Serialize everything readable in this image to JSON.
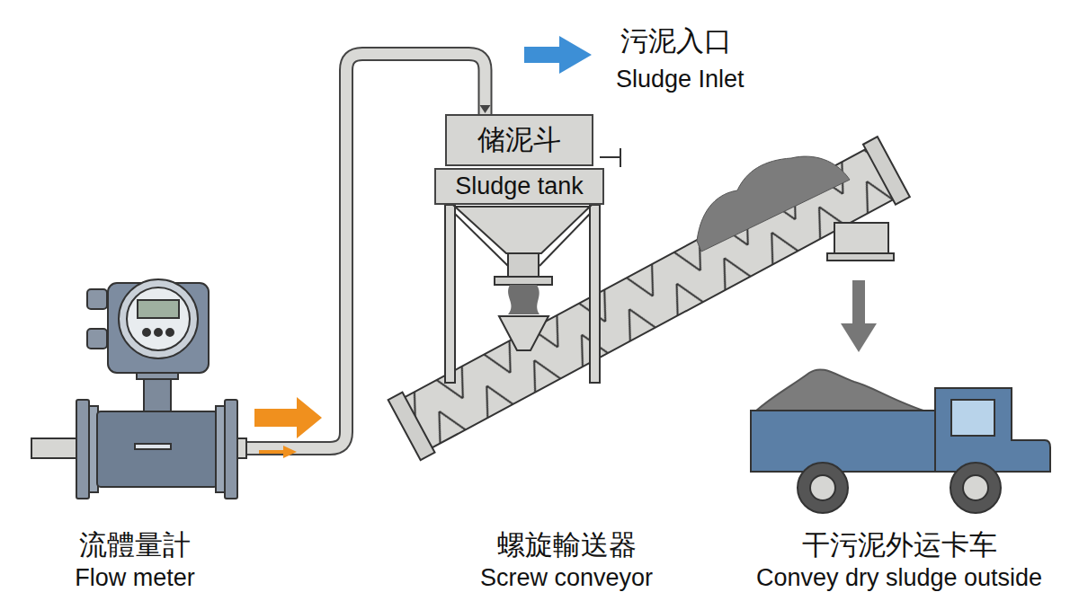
{
  "diagram": {
    "nodes": [
      {
        "text": [
          "流體量計",
          "Flow meter"
        ]
      },
      {
        "text": [
          "储泥斗",
          "Sludge tank"
        ]
      },
      {
        "text": [
          "螺旋輸送器",
          "Screw conveyor"
        ]
      },
      {
        "text": [
          "干污泥外运卡车",
          "Convey dry sludge outside"
        ]
      }
    ],
    "edges": [
      {
        "from": 0,
        "to": 1,
        "arrow": "to"
      }
    ],
    "labels": [
      "污泥入口",
      "Sludge Inlet"
    ]
  }
}
